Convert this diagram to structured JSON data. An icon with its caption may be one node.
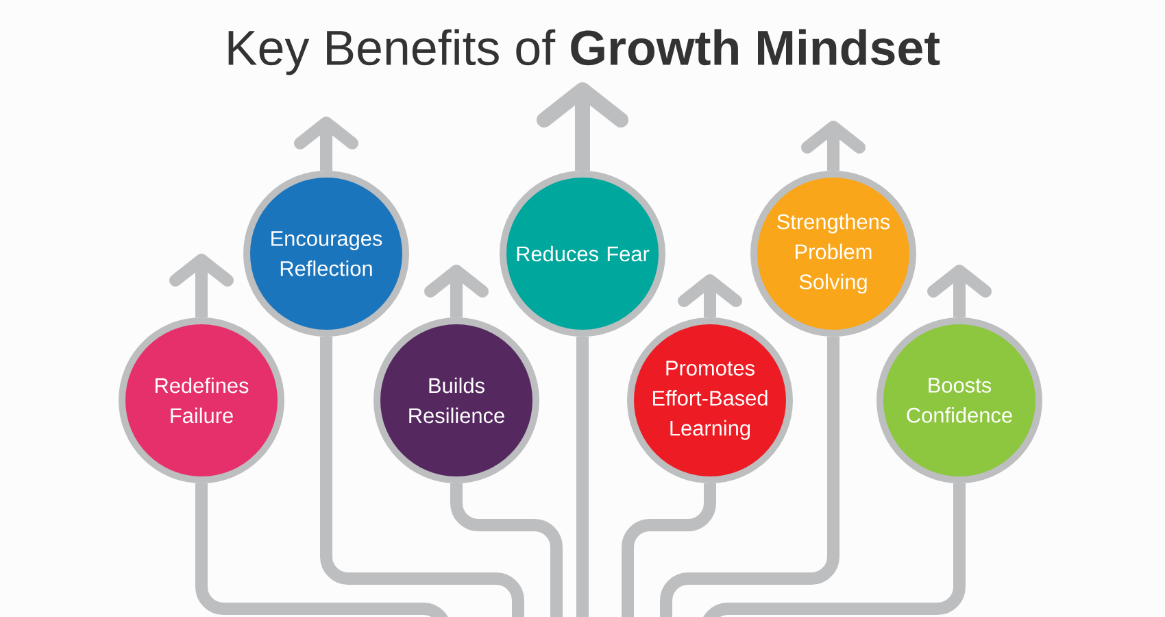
{
  "diagram": {
    "title": "Key Benefits of **Growth Mindset**",
    "nodes": [
      {
        "text": [
          "Redefines Failure"
        ]
      },
      {
        "text": [
          "Encourages Reflection"
        ]
      },
      {
        "text": [
          "Builds Resilience"
        ]
      },
      {
        "text": [
          "Reduces Fear"
        ]
      },
      {
        "text": [
          "Promotes Effort-Based Learning"
        ]
      },
      {
        "text": [
          "Strengthens Problem Solving"
        ]
      },
      {
        "text": [
          "Boosts Confidence"
        ]
      }
    ],
    "edges": [
      {
        "from": null,
        "to": 0,
        "arrow": "none"
      },
      {
        "from": null,
        "to": 1,
        "arrow": "none"
      },
      {
        "from": null,
        "to": 2,
        "arrow": "none"
      },
      {
        "from": null,
        "to": 3,
        "arrow": "none"
      },
      {
        "from": null,
        "to": 4,
        "arrow": "none"
      },
      {
        "from": null,
        "to": 5,
        "arrow": "none"
      },
      {
        "from": null,
        "to": 6,
        "arrow": "none"
      },
      {
        "from": 0,
        "to": null,
        "arrow": "to"
      },
      {
        "from": 1,
        "to": null,
        "arrow": "to"
      },
      {
        "from": 2,
        "to": null,
        "arrow": "to"
      },
      {
        "from": 3,
        "to": null,
        "arrow": "to"
      },
      {
        "from": 4,
        "to": null,
        "arrow": "to"
      },
      {
        "from": 5,
        "to": null,
        "arrow": "to"
      },
      {
        "from": 6,
        "to": null,
        "arrow": "to"
      }
    ]
  }
}
